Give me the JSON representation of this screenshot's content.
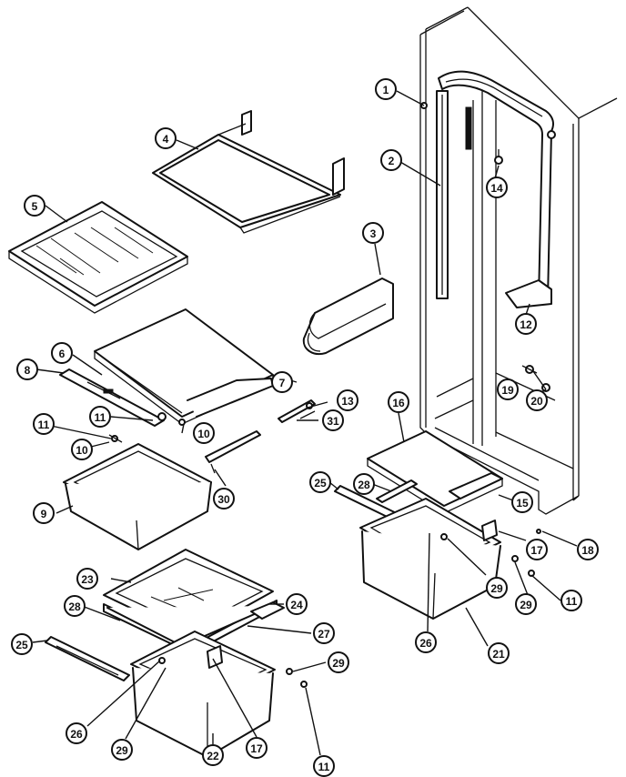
{
  "callouts": [
    {
      "id": "c1",
      "label": "1"
    },
    {
      "id": "c2",
      "label": "2"
    },
    {
      "id": "c3",
      "label": "3"
    },
    {
      "id": "c4",
      "label": "4"
    },
    {
      "id": "c5",
      "label": "5"
    },
    {
      "id": "c6",
      "label": "6"
    },
    {
      "id": "c7",
      "label": "7"
    },
    {
      "id": "c8",
      "label": "8"
    },
    {
      "id": "c9",
      "label": "9"
    },
    {
      "id": "c10a",
      "label": "10"
    },
    {
      "id": "c10b",
      "label": "10"
    },
    {
      "id": "c11a",
      "label": "11"
    },
    {
      "id": "c11b",
      "label": "11"
    },
    {
      "id": "c11c",
      "label": "11"
    },
    {
      "id": "c11d",
      "label": "11"
    },
    {
      "id": "c12",
      "label": "12"
    },
    {
      "id": "c13",
      "label": "13"
    },
    {
      "id": "c14",
      "label": "14"
    },
    {
      "id": "c15",
      "label": "15"
    },
    {
      "id": "c16",
      "label": "16"
    },
    {
      "id": "c17a",
      "label": "17"
    },
    {
      "id": "c17b",
      "label": "17"
    },
    {
      "id": "c18",
      "label": "18"
    },
    {
      "id": "c19",
      "label": "19"
    },
    {
      "id": "c20",
      "label": "20"
    },
    {
      "id": "c21",
      "label": "21"
    },
    {
      "id": "c22",
      "label": "22"
    },
    {
      "id": "c23",
      "label": "23"
    },
    {
      "id": "c24",
      "label": "24"
    },
    {
      "id": "c25a",
      "label": "25"
    },
    {
      "id": "c25b",
      "label": "25"
    },
    {
      "id": "c26a",
      "label": "26"
    },
    {
      "id": "c26b",
      "label": "26"
    },
    {
      "id": "c27",
      "label": "27"
    },
    {
      "id": "c28a",
      "label": "28"
    },
    {
      "id": "c28b",
      "label": "28"
    },
    {
      "id": "c29a",
      "label": "29"
    },
    {
      "id": "c29b",
      "label": "29"
    },
    {
      "id": "c29c",
      "label": "29"
    },
    {
      "id": "c29d",
      "label": "29"
    },
    {
      "id": "c30",
      "label": "30"
    },
    {
      "id": "c31",
      "label": "31"
    }
  ]
}
